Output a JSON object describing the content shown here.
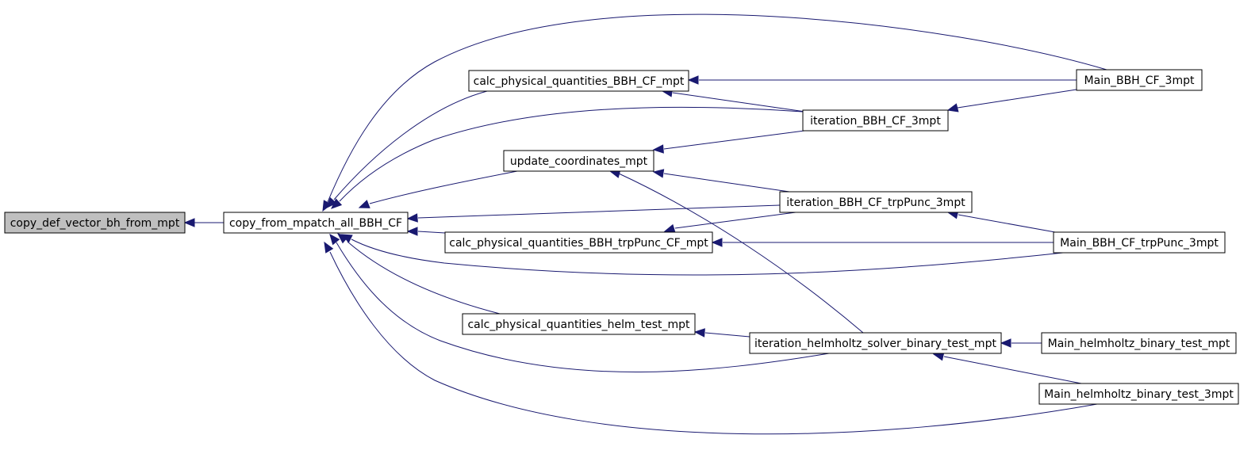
{
  "colors": {
    "node_fill": "#ffffff",
    "highlight_fill": "#bfbfbf",
    "border": "#000000",
    "edge": "#191970"
  },
  "nodes": [
    {
      "id": "n0",
      "label": "copy_def_vector_bh_from_mpt",
      "highlight": true
    },
    {
      "id": "n1",
      "label": "copy_from_mpatch_all_BBH_CF"
    },
    {
      "id": "n2",
      "label": "calc_physical_quantities_BBH_CF_mpt"
    },
    {
      "id": "n3",
      "label": "update_coordinates_mpt"
    },
    {
      "id": "n4",
      "label": "calc_physical_quantities_BBH_trpPunc_CF_mpt"
    },
    {
      "id": "n5",
      "label": "calc_physical_quantities_helm_test_mpt"
    },
    {
      "id": "n6",
      "label": "iteration_BBH_CF_3mpt"
    },
    {
      "id": "n7",
      "label": "iteration_BBH_CF_trpPunc_3mpt"
    },
    {
      "id": "n8",
      "label": "iteration_helmholtz_solver_binary_test_mpt"
    },
    {
      "id": "n9",
      "label": "Main_BBH_CF_3mpt"
    },
    {
      "id": "n10",
      "label": "Main_BBH_CF_trpPunc_3mpt"
    },
    {
      "id": "n11",
      "label": "Main_helmholtz_binary_test_mpt"
    },
    {
      "id": "n12",
      "label": "Main_helmholtz_binary_test_3mpt"
    }
  ],
  "edges": [
    {
      "from": "n1",
      "to": "n0"
    },
    {
      "from": "n2",
      "to": "n1"
    },
    {
      "from": "n3",
      "to": "n1"
    },
    {
      "from": "n4",
      "to": "n1"
    },
    {
      "from": "n5",
      "to": "n1"
    },
    {
      "from": "n6",
      "to": "n1"
    },
    {
      "from": "n7",
      "to": "n1"
    },
    {
      "from": "n8",
      "to": "n1"
    },
    {
      "from": "n9",
      "to": "n1"
    },
    {
      "from": "n10",
      "to": "n1"
    },
    {
      "from": "n12",
      "to": "n1"
    },
    {
      "from": "n9",
      "to": "n2"
    },
    {
      "from": "n6",
      "to": "n2"
    },
    {
      "from": "n6",
      "to": "n3"
    },
    {
      "from": "n7",
      "to": "n3"
    },
    {
      "from": "n8",
      "to": "n3"
    },
    {
      "from": "n7",
      "to": "n4"
    },
    {
      "from": "n10",
      "to": "n4"
    },
    {
      "from": "n8",
      "to": "n5"
    },
    {
      "from": "n9",
      "to": "n6"
    },
    {
      "from": "n10",
      "to": "n7"
    },
    {
      "from": "n11",
      "to": "n8"
    },
    {
      "from": "n12",
      "to": "n8"
    }
  ]
}
